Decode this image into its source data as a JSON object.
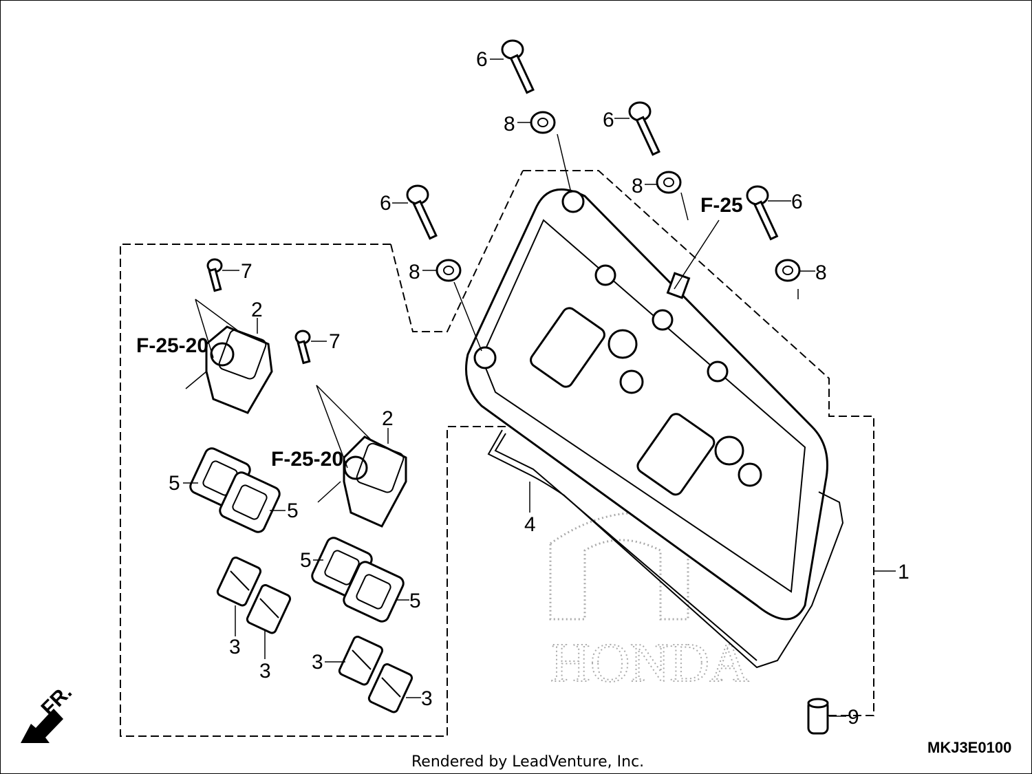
{
  "callouts": {
    "n1": "1",
    "n2a": "2",
    "n2b": "2",
    "n3a": "3",
    "n3b": "3",
    "n3c": "3",
    "n3d": "3",
    "n4": "4",
    "n5a": "5",
    "n5b": "5",
    "n5c": "5",
    "n5d": "5",
    "n6a": "6",
    "n6b": "6",
    "n6c": "6",
    "n6d": "6",
    "n7a": "7",
    "n7b": "7",
    "n8a": "8",
    "n8b": "8",
    "n8c": "8",
    "n8d": "8",
    "n9": "9"
  },
  "references": {
    "f25": "F-25",
    "f2520a": "F-25-20",
    "f2520b": "F-25-20"
  },
  "front_marker": "FR.",
  "diagram_code": "MKJ3E0100",
  "footer": "Rendered by LeadVenture, Inc.",
  "watermark": "HONDA",
  "colors": {
    "line": "#000000",
    "background": "#ffffff",
    "watermark": "#aaaaaa"
  }
}
